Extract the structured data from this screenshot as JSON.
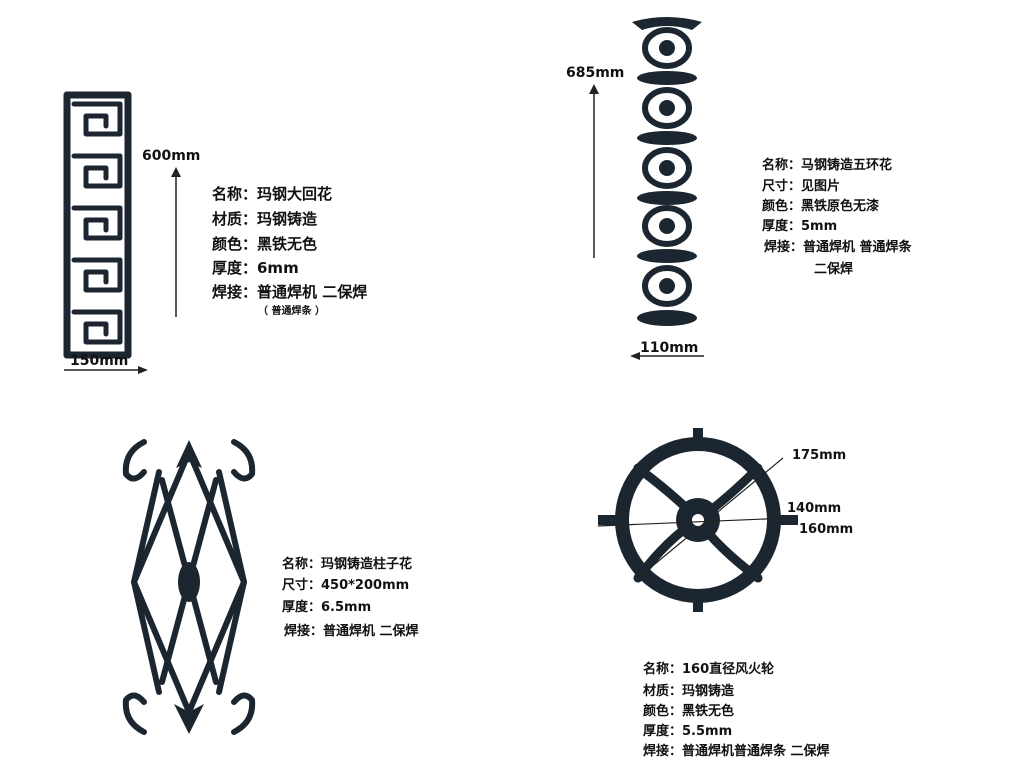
{
  "products": [
    {
      "dims": {
        "height": "600mm",
        "width": "150mm"
      },
      "specs": [
        "名称：玛钢大回花",
        "材质：玛钢铸造",
        "颜色：黑铁无色",
        "厚度：6mm",
        "焊接：普通焊机  二保焊"
      ],
      "note": "（ 普通焊条 ）"
    },
    {
      "dims": {
        "height": "685mm",
        "width": "110mm"
      },
      "specs": [
        "名称：马钢铸造五环花",
        "尺寸：见图片",
        "颜色：黑铁原色无漆",
        "厚度：5mm",
        "焊接：普通焊机  普通焊条",
        "二保焊"
      ]
    },
    {
      "specs": [
        "名称：玛钢铸造柱子花",
        "尺寸：450*200mm",
        "厚度：6.5mm",
        "焊接：普通焊机  二保焊"
      ]
    },
    {
      "dims": {
        "outer": "175mm",
        "inner": "140mm",
        "ring": "160mm"
      },
      "specs": [
        "名称：160直径风火轮",
        "材质：玛钢铸造",
        "颜色：黑铁无色",
        "厚度：5.5mm",
        "焊接：普通焊机普通焊条  二保焊"
      ]
    }
  ]
}
